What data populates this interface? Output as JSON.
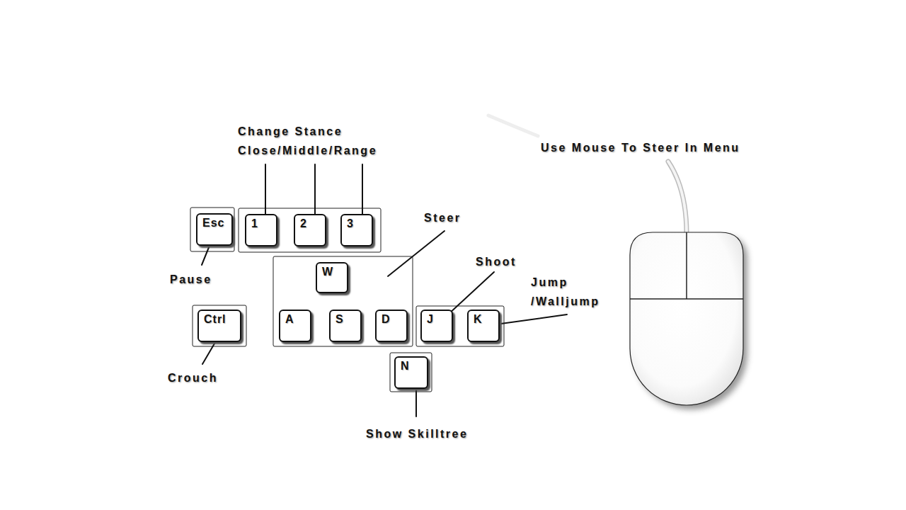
{
  "diagram": {
    "nodes": [
      {
        "text": [
          "Esc"
        ]
      },
      {
        "text": [
          "1"
        ]
      },
      {
        "text": [
          "2"
        ]
      },
      {
        "text": [
          "3"
        ]
      },
      {
        "text": [
          "W"
        ]
      },
      {
        "text": [
          "Ctrl"
        ]
      },
      {
        "text": [
          "A"
        ]
      },
      {
        "text": [
          "S"
        ]
      },
      {
        "text": [
          "D"
        ]
      },
      {
        "text": [
          "J"
        ]
      },
      {
        "text": [
          "K"
        ]
      },
      {
        "text": [
          "N"
        ]
      }
    ],
    "labels": [
      "Change Stance Close/Middle/Range",
      "Use Mouse To Steer In Menu",
      "Pause",
      "Steer",
      "Shoot",
      "Jump /Walljump",
      "Crouch",
      "Show Skilltree"
    ]
  }
}
